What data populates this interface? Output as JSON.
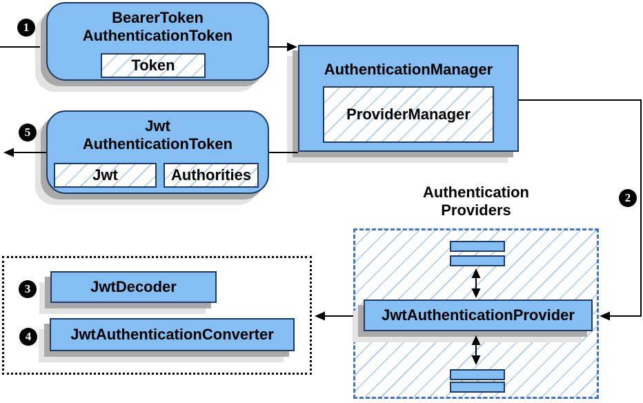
{
  "bearer_box": {
    "title1": "BearerToken",
    "title2": "AuthenticationToken",
    "token": "Token"
  },
  "manager_box": {
    "title": "AuthenticationManager",
    "inner": "ProviderManager"
  },
  "jwt_box": {
    "title1": "Jwt",
    "title2": "AuthenticationToken",
    "jwt": "Jwt",
    "authorities": "Authorities"
  },
  "providers": {
    "heading1": "Authentication",
    "heading2": "Providers",
    "provider": "JwtAuthenticationProvider"
  },
  "decoders": {
    "decoder": "JwtDecoder",
    "converter": "JwtAuthenticationConverter"
  },
  "steps": {
    "s1": "1",
    "s2": "2",
    "s3": "3",
    "s4": "4",
    "s5": "5"
  },
  "colors": {
    "box_fill": "#84bef2",
    "box_border": "#1f3864",
    "hatch": "#a5c8ea",
    "dashed_border": "#4472c4",
    "shadow_dark": "#a9a9a9",
    "shadow_light": "#e3e3e3",
    "arrow": "#000000"
  }
}
